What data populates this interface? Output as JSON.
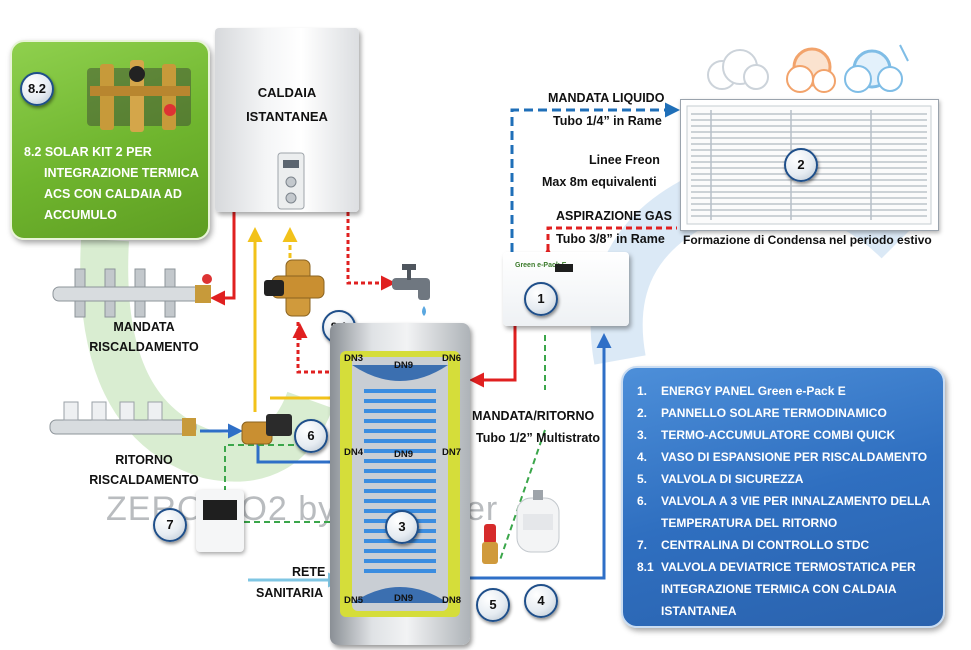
{
  "labels": {
    "caldaia_line1": "CALDAIA",
    "caldaia_line2": "ISTANTANEA",
    "mandata_liquido": "MANDATA LIQUIDO",
    "tubo_14": "Tubo 1/4” in Rame",
    "linee_freon": "Linee Freon",
    "max_8m": "Max 8m equivalenti",
    "aspirazione_gas": "ASPIRAZIONE GAS",
    "tubo_38": "Tubo 3/8” in Rame",
    "condensa": "Formazione di Condensa nel periodo estivo",
    "mandata_risc_1": "MANDATA",
    "mandata_risc_2": "RISCALDAMENTO",
    "ritorno_risc_1": "RITORNO",
    "ritorno_risc_2": "RISCALDAMENTO",
    "mandata_ritorno": "MANDATA/RITORNO",
    "tubo_12": "Tubo 1/2” Multistrato",
    "rete_1": "RETE",
    "rete_2": "SANITARIA"
  },
  "green_box": {
    "badge": "8.2",
    "lines": [
      "8.2 SOLAR KIT 2 PER",
      "INTEGRAZIONE TERMICA",
      "ACS CON CALDAIA AD",
      "ACCUMULO"
    ]
  },
  "badges": {
    "b1": "1",
    "b2": "2",
    "b3": "3",
    "b4": "4",
    "b5": "5",
    "b6": "6",
    "b7": "7",
    "b81": "8.1"
  },
  "dn": {
    "dn3": "DN3",
    "dn9a": "DN9",
    "dn6": "DN6",
    "dn4": "DN4",
    "dn9b": "DN9",
    "dn7": "DN7",
    "dn5": "DN5",
    "dn9c": "DN9",
    "dn8": "DN8"
  },
  "pack_brand": "Green e-Pack E",
  "legend": [
    {
      "num": "1.",
      "text": "ENERGY PANEL Green e-Pack E"
    },
    {
      "num": "2.",
      "text": "PANNELLO SOLARE TERMODINAMICO"
    },
    {
      "num": "3.",
      "text": "TERMO-ACCUMULATORE COMBI QUICK"
    },
    {
      "num": "4.",
      "text": "VASO DI ESPANSIONE PER RISCALDAMENTO"
    },
    {
      "num": "5.",
      "text": "VALVOLA DI SICUREZZA"
    },
    {
      "num": "6.",
      "text": "VALVOLA A 3 VIE PER INNALZAMENTO DELLA",
      "cont": "TEMPERATURA DEL RITORNO"
    },
    {
      "num": "7.",
      "text": "CENTRALINA DI CONTROLLO STDC"
    },
    {
      "num": "8.1",
      "text": "VALVOLA DEVIATRICE TERMOSTATICA PER",
      "cont": "INTEGRAZIONE TERMICA CON CALDAIA",
      "cont2": "ISTANTANEA"
    }
  ],
  "watermark": "ZERO CO2 by W. Gener",
  "colors": {
    "hot_red": "#e02020",
    "cold_blue": "#2e6fc7",
    "solar_yellow": "#f2c21a",
    "control_green": "#3aa64a",
    "freon_blue": "#1f6fb8",
    "legend_box": "#2f6fc0",
    "kit_box": "#6fb52e"
  }
}
